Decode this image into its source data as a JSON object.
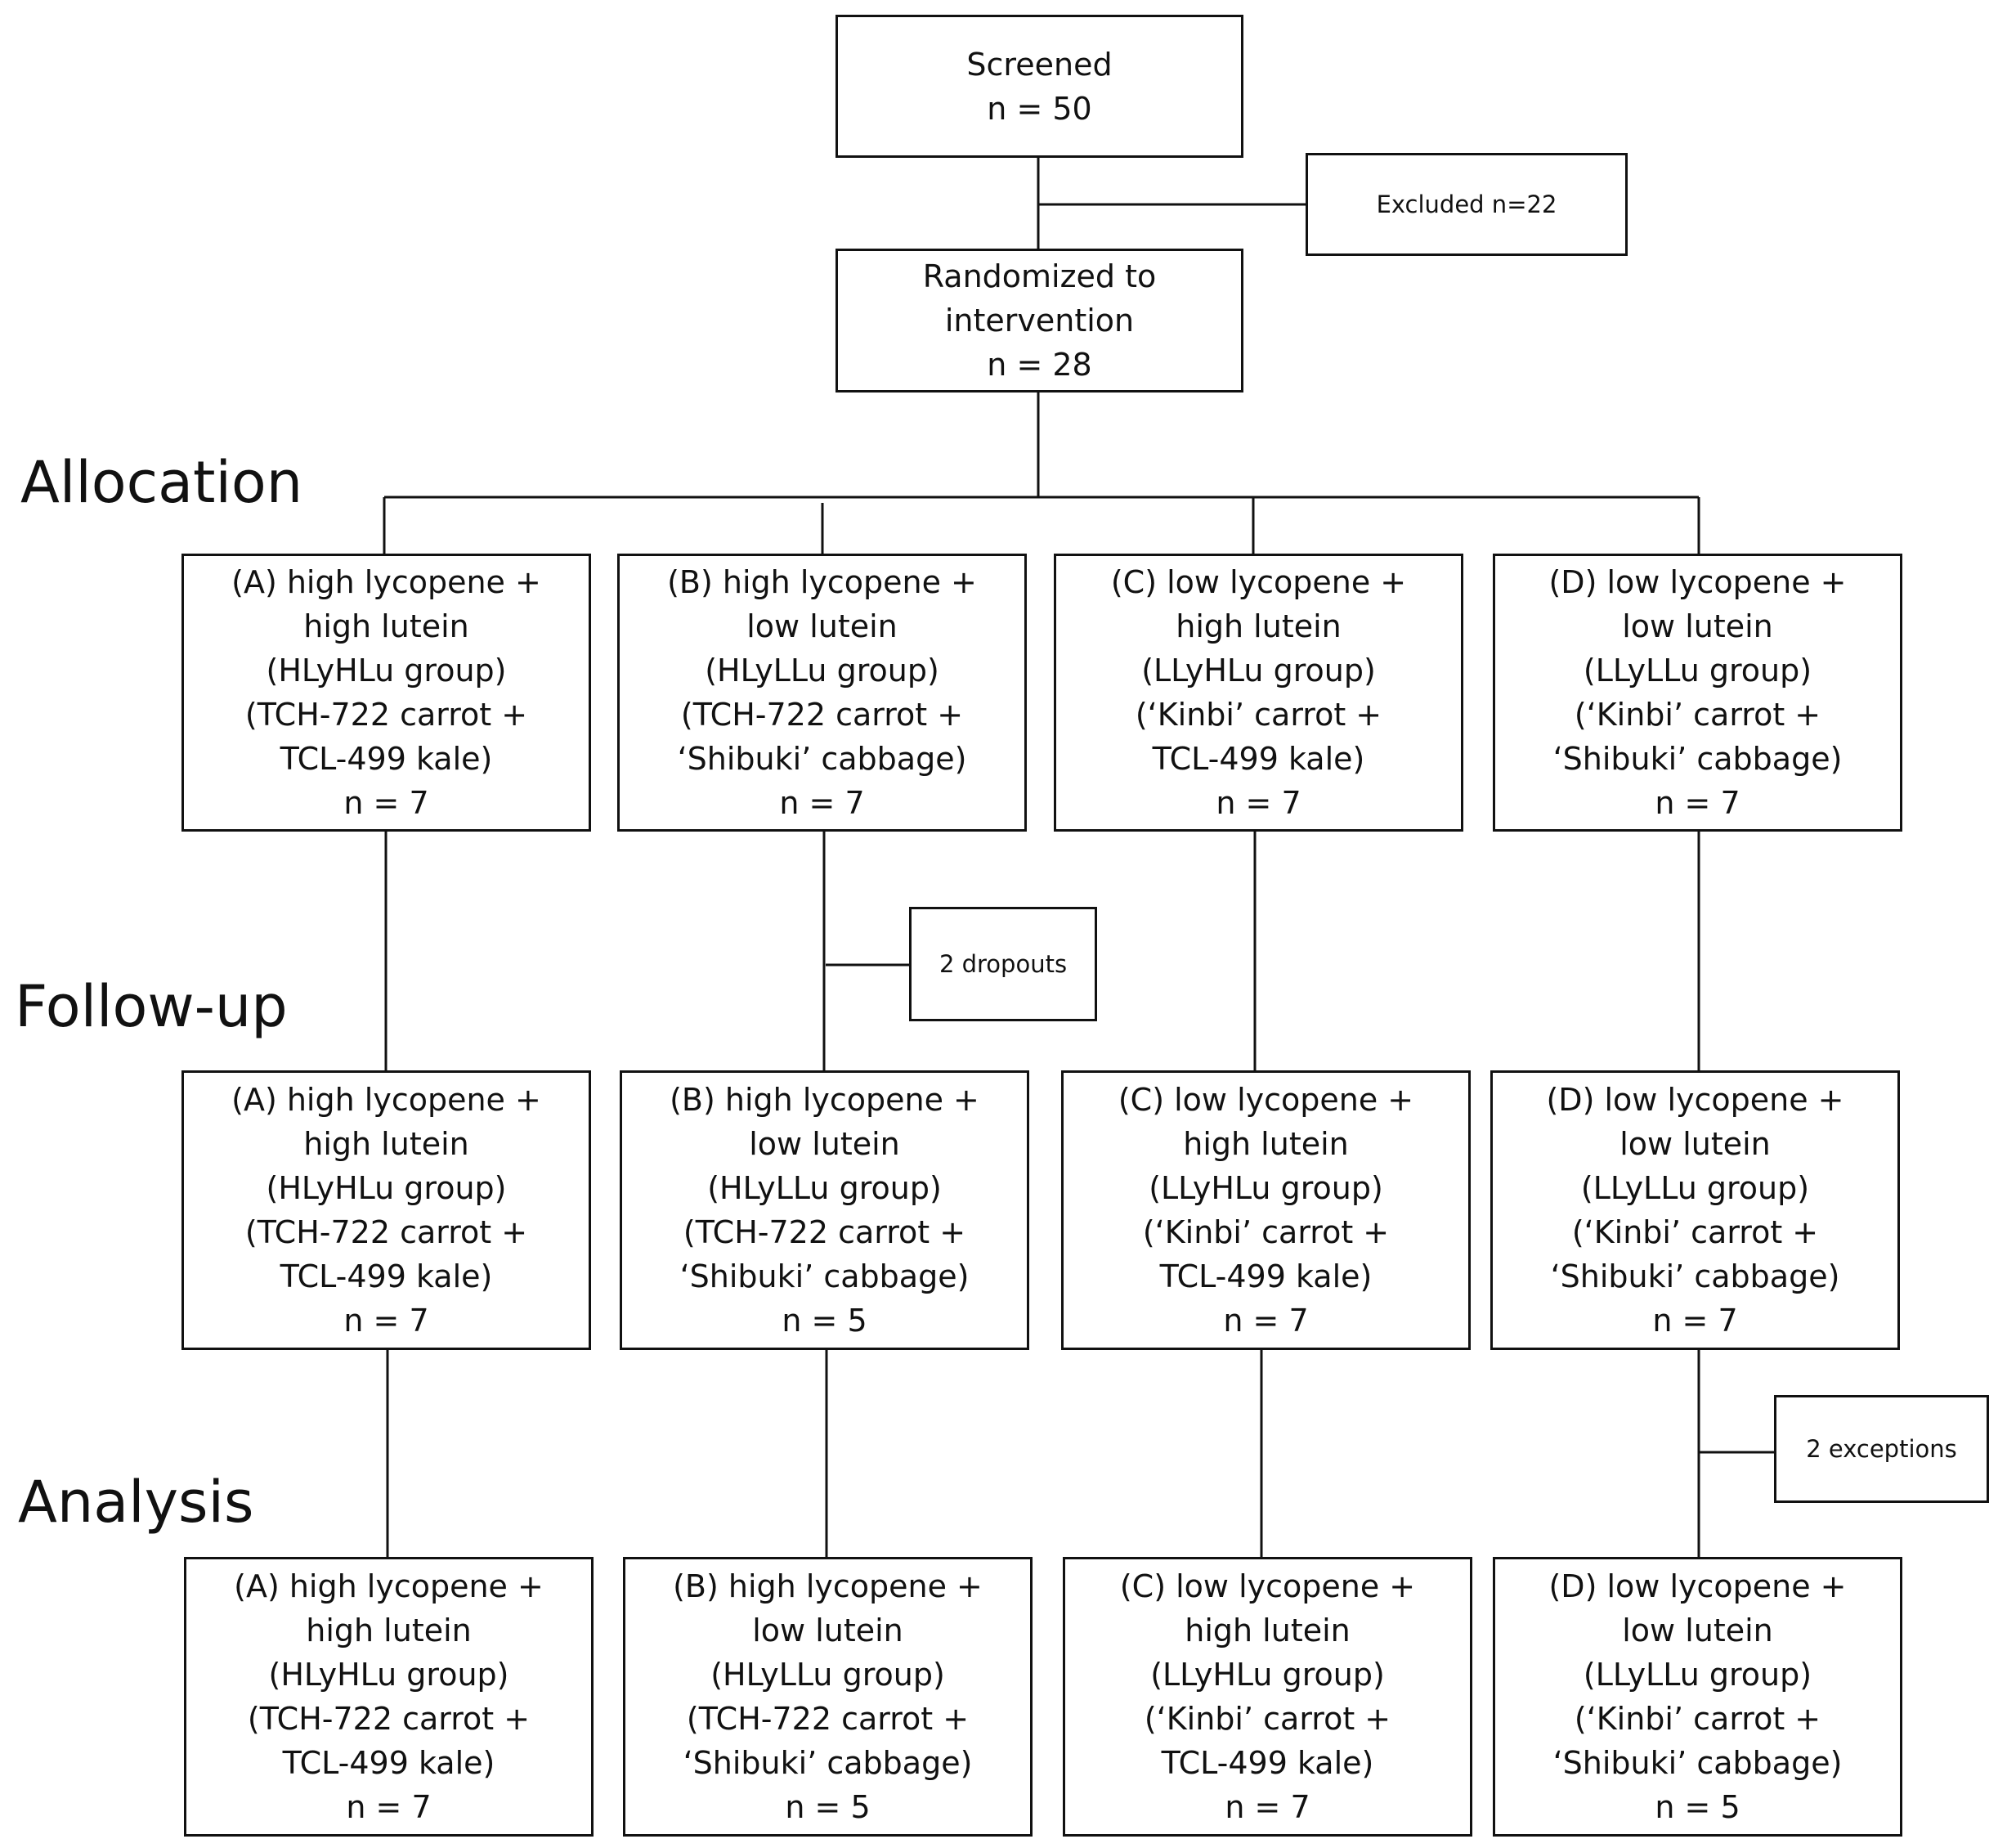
{
  "screened": {
    "line1": "Screened",
    "line2": "n = 50"
  },
  "excluded": {
    "label": "Excluded n=22"
  },
  "randomized": {
    "line1": "Randomized to",
    "line2": "intervention",
    "line3": "n = 28"
  },
  "stages": {
    "allocation": "Allocation",
    "follow_up": "Follow-up",
    "analysis": "Analysis"
  },
  "groups": {
    "A": [
      "(A)   high lycopene +",
      "high lutein",
      "(HLyHLu group)",
      "(TCH-722 carrot +",
      "TCL-499 kale)"
    ],
    "B": [
      "(B) high lycopene +",
      "low lutein",
      "(HLyLLu group)",
      "(TCH-722 carrot +",
      "‘Shibuki’ cabbage)"
    ],
    "C": [
      "(C) low lycopene +",
      "high lutein",
      "(LLyHLu group)",
      "(‘Kinbi’ carrot +",
      "TCL-499 kale)"
    ],
    "D": [
      "(D) low lycopene +",
      "low lutein",
      "(LLyLLu group)",
      "(‘Kinbi’ carrot +",
      "‘Shibuki’ cabbage)"
    ]
  },
  "counts": {
    "allocation": {
      "A": "n = 7",
      "B": "n = 7",
      "C": "n = 7",
      "D": "n = 7"
    },
    "follow_up": {
      "A": "n = 7",
      "B": "n = 5",
      "C": "n = 7",
      "D": "n = 7"
    },
    "analysis": {
      "A": "n = 7",
      "B": "n = 5",
      "C": "n = 7",
      "D": "n = 5"
    }
  },
  "dropouts": {
    "label": "2 dropouts"
  },
  "exceptions": {
    "label": "2 exceptions"
  }
}
